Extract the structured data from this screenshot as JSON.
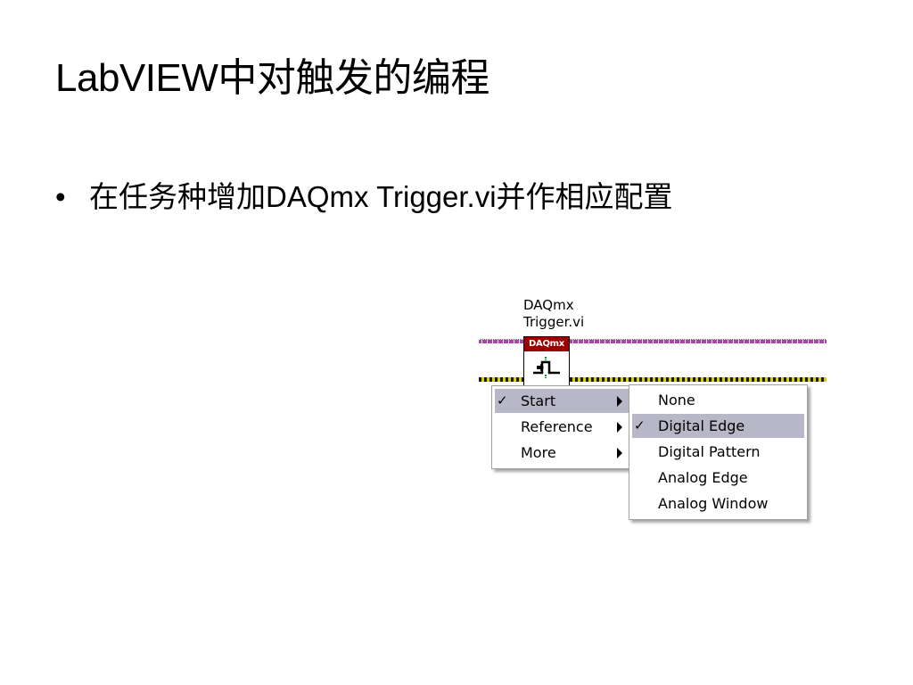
{
  "slide": {
    "title": "LabVIEW中对触发的编程",
    "bullet_marker": "•",
    "bullet_text": "在任务种增加DAQmx Trigger.vi并作相应配置"
  },
  "figure": {
    "vi_label_line1": "DAQmx",
    "vi_label_line2": "Trigger.vi",
    "icon_banner": "DAQmx",
    "main_menu": [
      {
        "label": "Start",
        "checked": true,
        "has_submenu": true,
        "selected": true
      },
      {
        "label": "Reference",
        "checked": false,
        "has_submenu": true,
        "selected": false
      },
      {
        "label": "More",
        "checked": false,
        "has_submenu": true,
        "selected": false
      }
    ],
    "sub_menu": [
      {
        "label": "None",
        "checked": false,
        "selected": false
      },
      {
        "label": "Digital Edge",
        "checked": true,
        "selected": true
      },
      {
        "label": "Digital Pattern",
        "checked": false,
        "selected": false
      },
      {
        "label": "Analog Edge",
        "checked": false,
        "selected": false
      },
      {
        "label": "Analog Window",
        "checked": false,
        "selected": false
      }
    ],
    "check_mark": "✓"
  },
  "colors": {
    "selection": "#b7b7c8",
    "icon_banner": "#9a0000",
    "task_wire": "#b040b0",
    "error_wire": "#d8d000"
  }
}
